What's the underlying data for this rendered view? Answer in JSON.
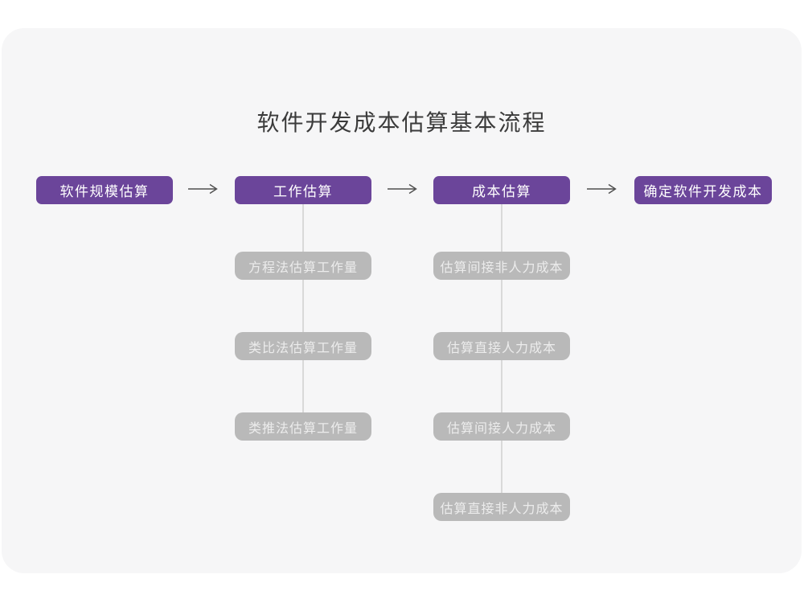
{
  "title": "软件开发成本估算基本流程",
  "colors": {
    "canvas_bg": "#ffffff",
    "card_bg": "#f6f6f7",
    "title_text": "#3b3b3b",
    "primary_box_bg": "#6b459a",
    "primary_box_text": "#ffffff",
    "sub_box_bg": "#b9b9b9",
    "sub_box_text": "#ececec",
    "arrow": "#4f4f4f",
    "connector": "#d9d9d9"
  },
  "flow": {
    "steps": [
      {
        "label": "软件规模估算",
        "substeps": []
      },
      {
        "label": "工作估算",
        "substeps": [
          {
            "label": "方程法估算工作量"
          },
          {
            "label": "类比法估算工作量"
          },
          {
            "label": "类推法估算工作量"
          }
        ]
      },
      {
        "label": "成本估算",
        "substeps": [
          {
            "label": "估算间接非人力成本"
          },
          {
            "label": "估算直接人力成本"
          },
          {
            "label": "估算间接人力成本"
          },
          {
            "label": "估算直接非人力成本"
          }
        ]
      },
      {
        "label": "确定软件开发成本",
        "substeps": []
      }
    ]
  }
}
